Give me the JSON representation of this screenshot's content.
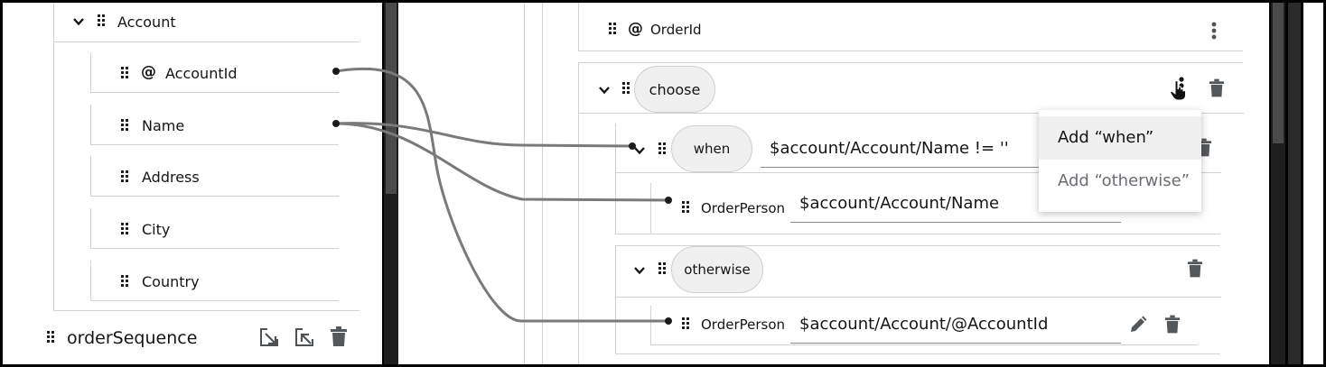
{
  "source": {
    "account_label": "Account",
    "attr_symbol": "@",
    "fields": [
      "AccountId",
      "Name",
      "Address",
      "City",
      "Country"
    ],
    "sequence_label": "orderSequence"
  },
  "target": {
    "attr_symbol": "@",
    "orderid_label": "OrderId",
    "choose_label": "choose",
    "when_label": "when",
    "when_condition": "$account/Account/Name != ''",
    "orderperson_label": "OrderPerson",
    "when_value": "$account/Account/Name",
    "otherwise_label": "otherwise",
    "otherwise_value": "$account/Account/@AccountId"
  },
  "menu": {
    "add_when": "Add “when”",
    "add_otherwise": "Add “otherwise”"
  },
  "icons": [
    "chevron-down-icon",
    "drag-handle-icon",
    "kebab-menu-icon",
    "trash-icon",
    "pencil-icon",
    "import-icon",
    "export-icon",
    "cursor-hand-icon"
  ],
  "colors": {
    "connector": "#7a7a7a",
    "pill_bg": "#f0f0f0",
    "icon_gray": "#55585b",
    "splitter": "#1e1e1e"
  }
}
